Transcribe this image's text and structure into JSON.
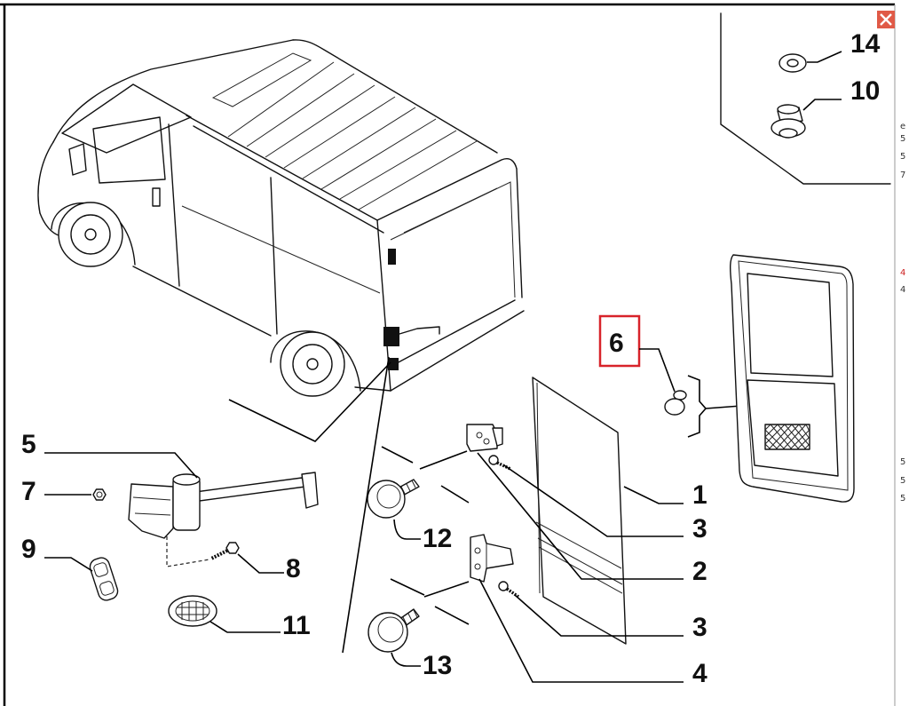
{
  "close_button": {
    "icon": "close-icon",
    "color": "#e05a47"
  },
  "highlight_color": "#d8232a",
  "selected_callout": "6",
  "callouts": [
    {
      "label": "14"
    },
    {
      "label": "10"
    },
    {
      "label": "6"
    },
    {
      "label": "5"
    },
    {
      "label": "7"
    },
    {
      "label": "9"
    },
    {
      "label": "8"
    },
    {
      "label": "11"
    },
    {
      "label": "12"
    },
    {
      "label": "13"
    },
    {
      "label": "1"
    },
    {
      "label": "3"
    },
    {
      "label": "2"
    },
    {
      "label": "3"
    },
    {
      "label": "4"
    }
  ],
  "edge_fragments": [
    {
      "text": "e"
    },
    {
      "text": "5"
    },
    {
      "text": "5"
    },
    {
      "text": "7"
    },
    {
      "text": "4"
    },
    {
      "text": "4"
    },
    {
      "text": "5"
    },
    {
      "text": "5"
    },
    {
      "text": "5"
    }
  ]
}
